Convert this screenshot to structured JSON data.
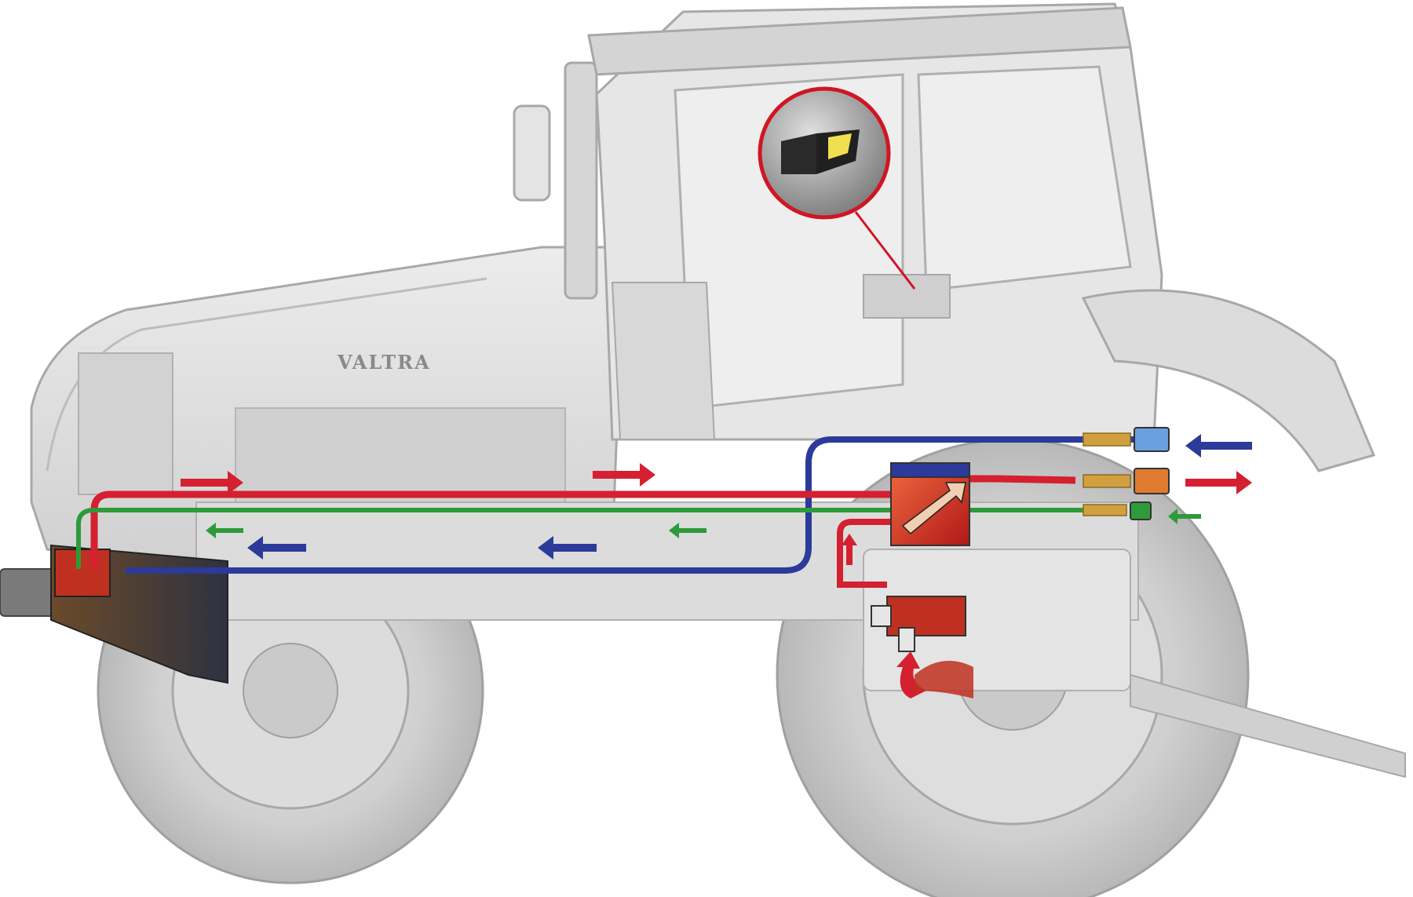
{
  "tractor": {
    "brand_text": "VALTRA"
  },
  "colors": {
    "background": "#ffffff",
    "body_fill": "#d9d9d9",
    "body_stroke": "#a8a8a8",
    "tire_fill": "#c6c6c6",
    "pressure_line": "#d42030",
    "return_line": "#2c3a9a",
    "drain_line": "#2e9a3a",
    "pump_body": "#c03020",
    "engine_block": "#3a3f4e",
    "callout_ring": "#d01525",
    "switch_lamp": "#f0e050",
    "switch_body": "#2a2a2a"
  },
  "hydraulic_circuit": {
    "lines": [
      "pressure-line",
      "return-line",
      "drain-line"
    ],
    "couplers": [
      "blue-coupler",
      "orange-coupler",
      "green-coupler"
    ],
    "components": [
      "hydraulic-pump",
      "control-valve",
      "oil-reservoir",
      "cab-control-switch"
    ]
  }
}
